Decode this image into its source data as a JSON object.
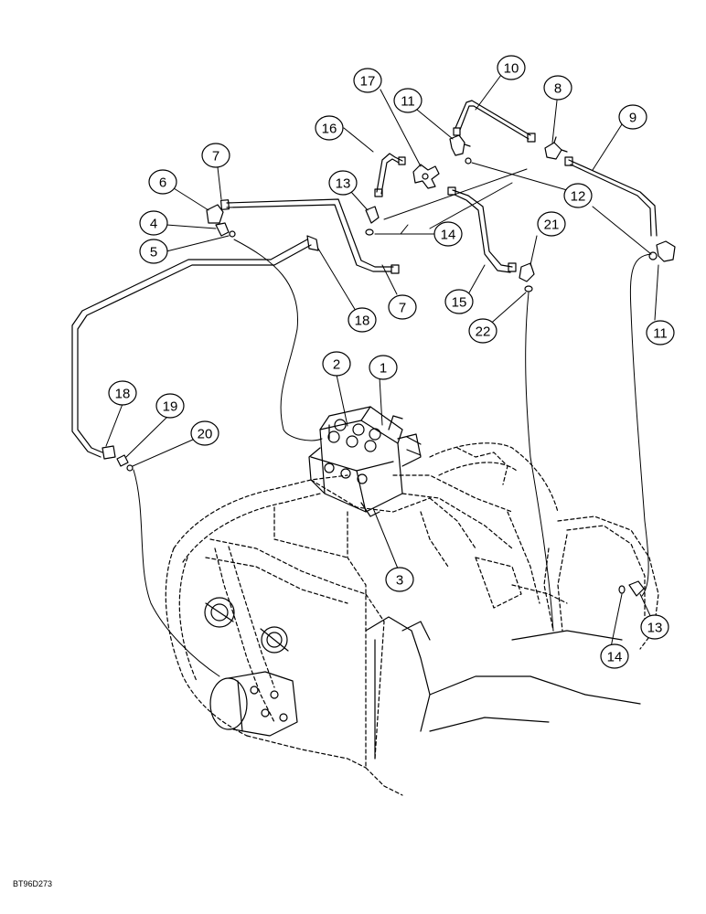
{
  "figure_code": "BT96D273",
  "colors": {
    "ink": "#000000",
    "paper": "#ffffff"
  },
  "callouts": [
    {
      "id": "c1",
      "label": "1"
    },
    {
      "id": "c2",
      "label": "2"
    },
    {
      "id": "c3",
      "label": "3"
    },
    {
      "id": "c4",
      "label": "4"
    },
    {
      "id": "c5",
      "label": "5"
    },
    {
      "id": "c6",
      "label": "6"
    },
    {
      "id": "c7a",
      "label": "7"
    },
    {
      "id": "c7b",
      "label": "7"
    },
    {
      "id": "c8",
      "label": "8"
    },
    {
      "id": "c9",
      "label": "9"
    },
    {
      "id": "c10",
      "label": "10"
    },
    {
      "id": "c11a",
      "label": "11"
    },
    {
      "id": "c11b",
      "label": "11"
    },
    {
      "id": "c12",
      "label": "12"
    },
    {
      "id": "c13a",
      "label": "13"
    },
    {
      "id": "c13b",
      "label": "13"
    },
    {
      "id": "c14a",
      "label": "14"
    },
    {
      "id": "c14b",
      "label": "14"
    },
    {
      "id": "c15",
      "label": "15"
    },
    {
      "id": "c16",
      "label": "16"
    },
    {
      "id": "c17",
      "label": "17"
    },
    {
      "id": "c18a",
      "label": "18"
    },
    {
      "id": "c18b",
      "label": "18"
    },
    {
      "id": "c19",
      "label": "19"
    },
    {
      "id": "c20",
      "label": "20"
    },
    {
      "id": "c21",
      "label": "21"
    },
    {
      "id": "c22",
      "label": "22"
    }
  ]
}
